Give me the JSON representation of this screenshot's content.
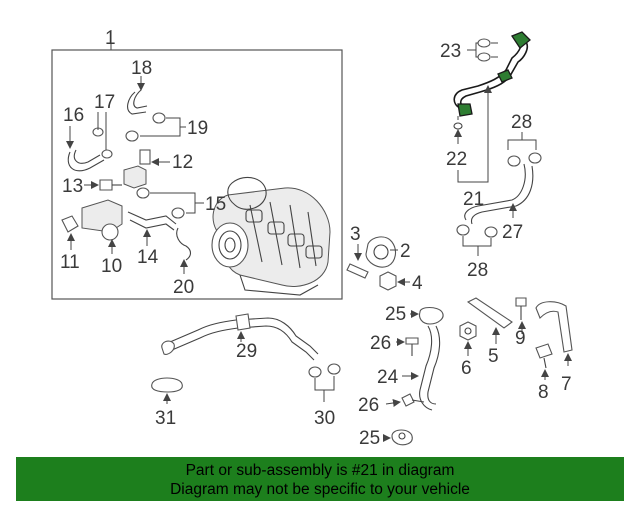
{
  "callouts": {
    "c1": "1",
    "c2": "2",
    "c3": "3",
    "c4": "4",
    "c5": "5",
    "c6": "6",
    "c7": "7",
    "c8": "8",
    "c9": "9",
    "c10": "10",
    "c11": "11",
    "c12": "12",
    "c13": "13",
    "c14": "14",
    "c15": "15",
    "c16": "16",
    "c17": "17",
    "c18": "18",
    "c19": "19",
    "c20": "20",
    "c21": "21",
    "c22": "22",
    "c23": "23",
    "c24": "24",
    "c25a": "25",
    "c25b": "25",
    "c26a": "26",
    "c26b": "26",
    "c27": "27",
    "c28a": "28",
    "c28b": "28",
    "c29": "29",
    "c30": "30",
    "c31": "31"
  },
  "highlighted_part": "21",
  "colors": {
    "highlight": "#2e7d32",
    "banner": "#1d7f1d"
  },
  "banner": {
    "line1": "Part or sub-assembly is #21 in diagram",
    "line2": "Diagram may not be specific to your vehicle"
  }
}
